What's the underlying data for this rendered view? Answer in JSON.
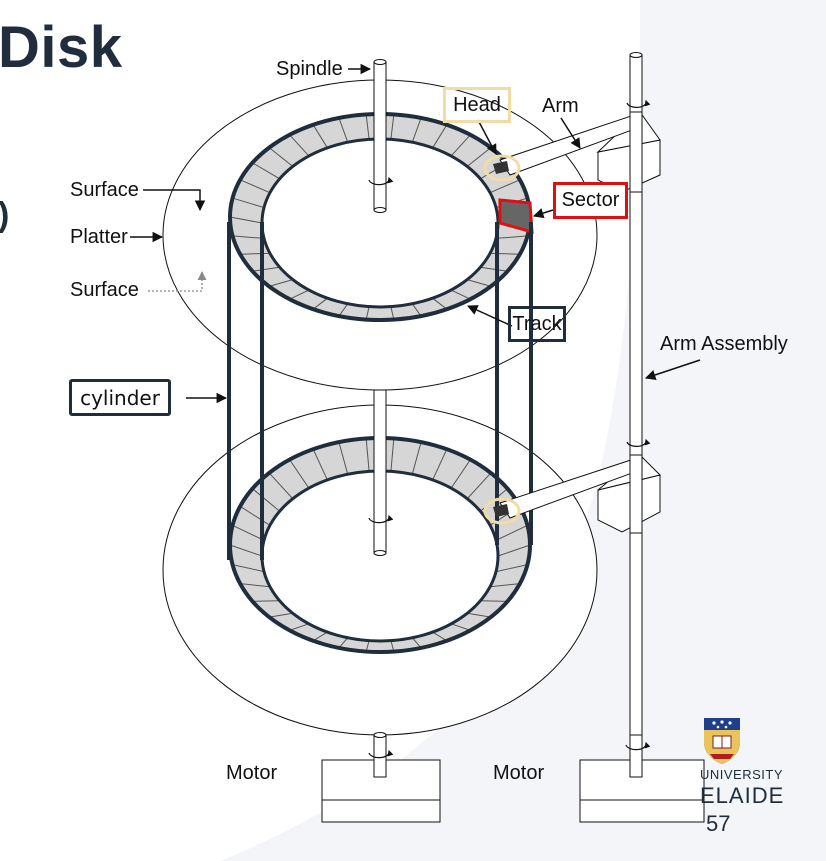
{
  "slide": {
    "title": "Disk",
    "cut_text": ")",
    "page_number": "57"
  },
  "labels": {
    "spindle": "Spindle",
    "head": "Head",
    "arm": "Arm",
    "sector": "Sector",
    "surface_top": "Surface",
    "platter": "Platter",
    "surface_bottom": "Surface",
    "track": "Track",
    "arm_assembly": "Arm Assembly",
    "cylinder": "cylinder",
    "motor_left": "Motor",
    "motor_right": "Motor"
  },
  "logo": {
    "line1": "UNIVERSITY",
    "line2": "ELAIDE"
  },
  "colors": {
    "title": "#1f2d3d",
    "cylinder_stroke": "#1f2d3d",
    "head_highlight": "#f2dca6",
    "sector_highlight": "#e01010",
    "sector_fill": "#666666",
    "ring_fill": "#d6d6d6",
    "background_panel": "#f3f5f8"
  }
}
